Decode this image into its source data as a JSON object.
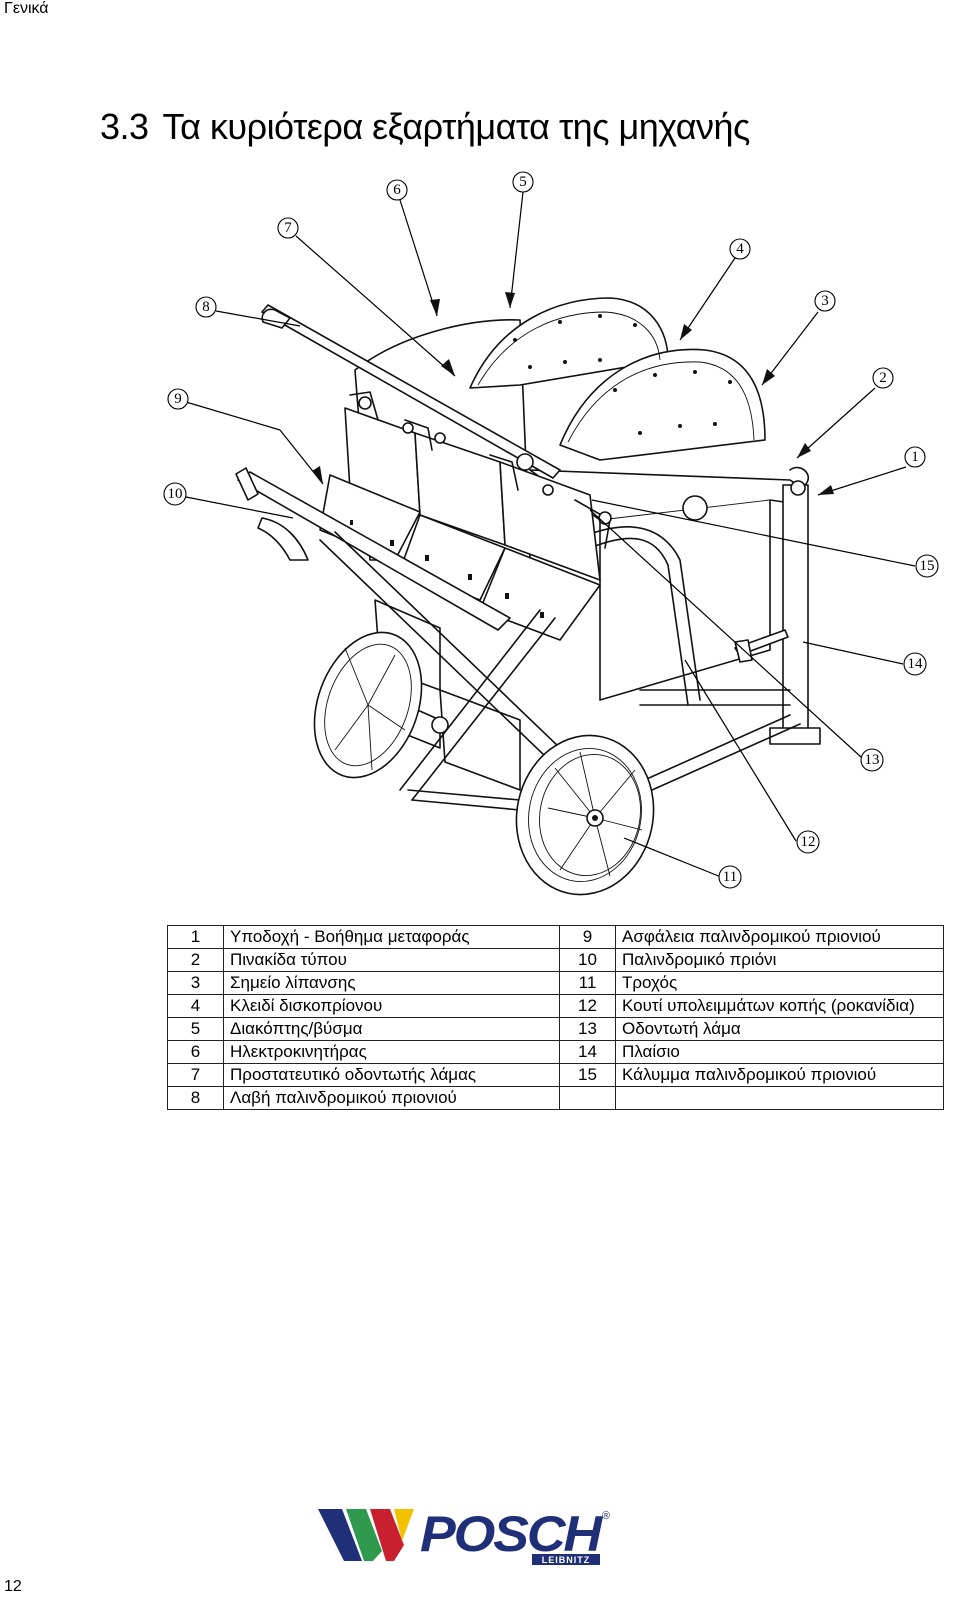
{
  "header": {
    "section": "Γενικά"
  },
  "title": {
    "number": "3.3",
    "text": "Τα κυριότερα εξαρτήματα της μηχανής"
  },
  "figure": {
    "callouts": [
      "1",
      "2",
      "3",
      "4",
      "5",
      "6",
      "7",
      "8",
      "9",
      "10",
      "11",
      "12",
      "13",
      "14",
      "15"
    ]
  },
  "legend": {
    "rows": [
      {
        "n1": "1",
        "t1": "Υποδοχή - Βοήθημα μεταφοράς",
        "n2": "9",
        "t2": "Ασφάλεια παλινδρομικού πριονιού"
      },
      {
        "n1": "2",
        "t1": "Πινακίδα τύπου",
        "n2": "10",
        "t2": "Παλινδρομικό πριόνι"
      },
      {
        "n1": "3",
        "t1": "Σημείο λίπανσης",
        "n2": "11",
        "t2": "Τροχός"
      },
      {
        "n1": "4",
        "t1": "Κλειδί δισκοπρίονου",
        "n2": "12",
        "t2": "Κουτί υπολειμμάτων κοπής (ροκανίδια)"
      },
      {
        "n1": "5",
        "t1": "Διακόπτης/βύσμα",
        "n2": "13",
        "t2": "Οδοντωτή λάμα"
      },
      {
        "n1": "6",
        "t1": "Ηλεκτροκινητήρας",
        "n2": "14",
        "t2": "Πλαίσιο"
      },
      {
        "n1": "7",
        "t1": "Προστατευτικό οδοντωτής λάμας",
        "n2": "15",
        "t2": "Κάλυμμα παλινδρομικού πριονιού"
      },
      {
        "n1": "8",
        "t1": "Λαβή παλινδρομικού πριονιού",
        "n2": "",
        "t2": ""
      }
    ]
  },
  "footer": {
    "page_number": "12",
    "logo": {
      "brand": "POSCH",
      "sub": "LEIBNITZ",
      "mark": "®"
    }
  },
  "colors": {
    "logo_navy": "#1f2f78",
    "logo_green": "#2f9a4e",
    "logo_red": "#c8202e",
    "logo_yellow": "#f2c200"
  }
}
